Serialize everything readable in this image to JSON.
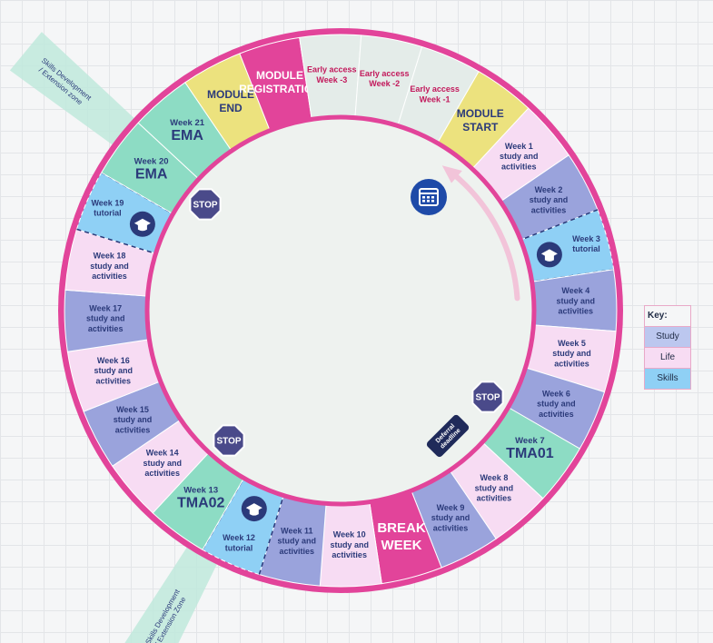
{
  "segments": [
    {
      "lines": [
        "MODULE",
        "START"
      ],
      "kind": "module",
      "big": true
    },
    {
      "lines": [
        "Week 1",
        "study and",
        "activities"
      ],
      "kind": "life"
    },
    {
      "lines": [
        "Week 2",
        "study and",
        "activities"
      ],
      "kind": "study"
    },
    {
      "lines": [
        "Week 3",
        "tutorial"
      ],
      "kind": "skills",
      "cap": true
    },
    {
      "lines": [
        "Week 4",
        "study and",
        "activities"
      ],
      "kind": "study"
    },
    {
      "lines": [
        "Week 5",
        "study and",
        "activities"
      ],
      "kind": "life"
    },
    {
      "lines": [
        "Week 6",
        "study and",
        "activities"
      ],
      "kind": "study"
    },
    {
      "lines": [
        "Week 7",
        "TMA01"
      ],
      "kind": "tma"
    },
    {
      "lines": [
        "Week 8",
        "study and",
        "activities"
      ],
      "kind": "life"
    },
    {
      "lines": [
        "Week 9",
        "study and",
        "activities"
      ],
      "kind": "study"
    },
    {
      "lines": [
        "BREAK",
        "WEEK"
      ],
      "kind": "break",
      "big": true
    },
    {
      "lines": [
        "Week 10",
        "study and",
        "activities"
      ],
      "kind": "life"
    },
    {
      "lines": [
        "Week 11",
        "study and",
        "activities"
      ],
      "kind": "study"
    },
    {
      "lines": [
        "Week 12",
        "tutorial"
      ],
      "kind": "skills",
      "cap": true
    },
    {
      "lines": [
        "Week 13",
        "TMA02"
      ],
      "kind": "tma"
    },
    {
      "lines": [
        "Week 14",
        "study and",
        "activities"
      ],
      "kind": "life"
    },
    {
      "lines": [
        "Week 15",
        "study and",
        "activities"
      ],
      "kind": "study"
    },
    {
      "lines": [
        "Week 16",
        "study and",
        "activities"
      ],
      "kind": "life"
    },
    {
      "lines": [
        "Week 17",
        "study and",
        "activities"
      ],
      "kind": "study"
    },
    {
      "lines": [
        "Week 18",
        "study and",
        "activities"
      ],
      "kind": "life"
    },
    {
      "lines": [
        "Week 19",
        "tutorial"
      ],
      "kind": "skills",
      "cap": true
    },
    {
      "lines": [
        "Week 20",
        "EMA"
      ],
      "kind": "tma"
    },
    {
      "lines": [
        "Week 21",
        "EMA"
      ],
      "kind": "tma"
    },
    {
      "lines": [
        "MODULE",
        "END"
      ],
      "kind": "module",
      "big": true
    },
    {
      "lines": [
        "MODULE",
        "REGISTRATION"
      ],
      "kind": "break",
      "big": true
    },
    {
      "lines": [
        "Early access",
        "Week -3"
      ],
      "kind": "early"
    },
    {
      "lines": [
        "Early access",
        "Week -2"
      ],
      "kind": "early"
    },
    {
      "lines": [
        "Early access",
        "Week -1"
      ],
      "kind": "early"
    }
  ],
  "zones": [
    "Skills Development / Extension zone",
    "Skills Development / Extension Zone"
  ],
  "stop_label": "STOP",
  "deferral_label": "Deferral deadline",
  "key": {
    "title": "Key:",
    "items": [
      {
        "label": "Study",
        "color": "#bcc7ef"
      },
      {
        "label": "Life",
        "color": "#f7dcf3"
      },
      {
        "label": "Skills",
        "color": "#8fd0f5"
      }
    ]
  },
  "colors": {
    "ring_border": "#e2449a",
    "study": "#9aa3dc",
    "life": "#f7dcf3",
    "skills": "#8fd0f5",
    "tma": "#8ddcc4",
    "module": "#ece27e",
    "break": "#e2449a",
    "early": "#e4ece9",
    "inner": "#eef2ef",
    "navy": "#2b3a7a",
    "magenta_text": "#c2185b",
    "zone": "#bfe9dc",
    "icon": "#1e4aa8",
    "stop": "#4a4a8a"
  },
  "icons": [
    "graduation-cap-icon",
    "calendar-icon",
    "stop-sign-icon"
  ]
}
